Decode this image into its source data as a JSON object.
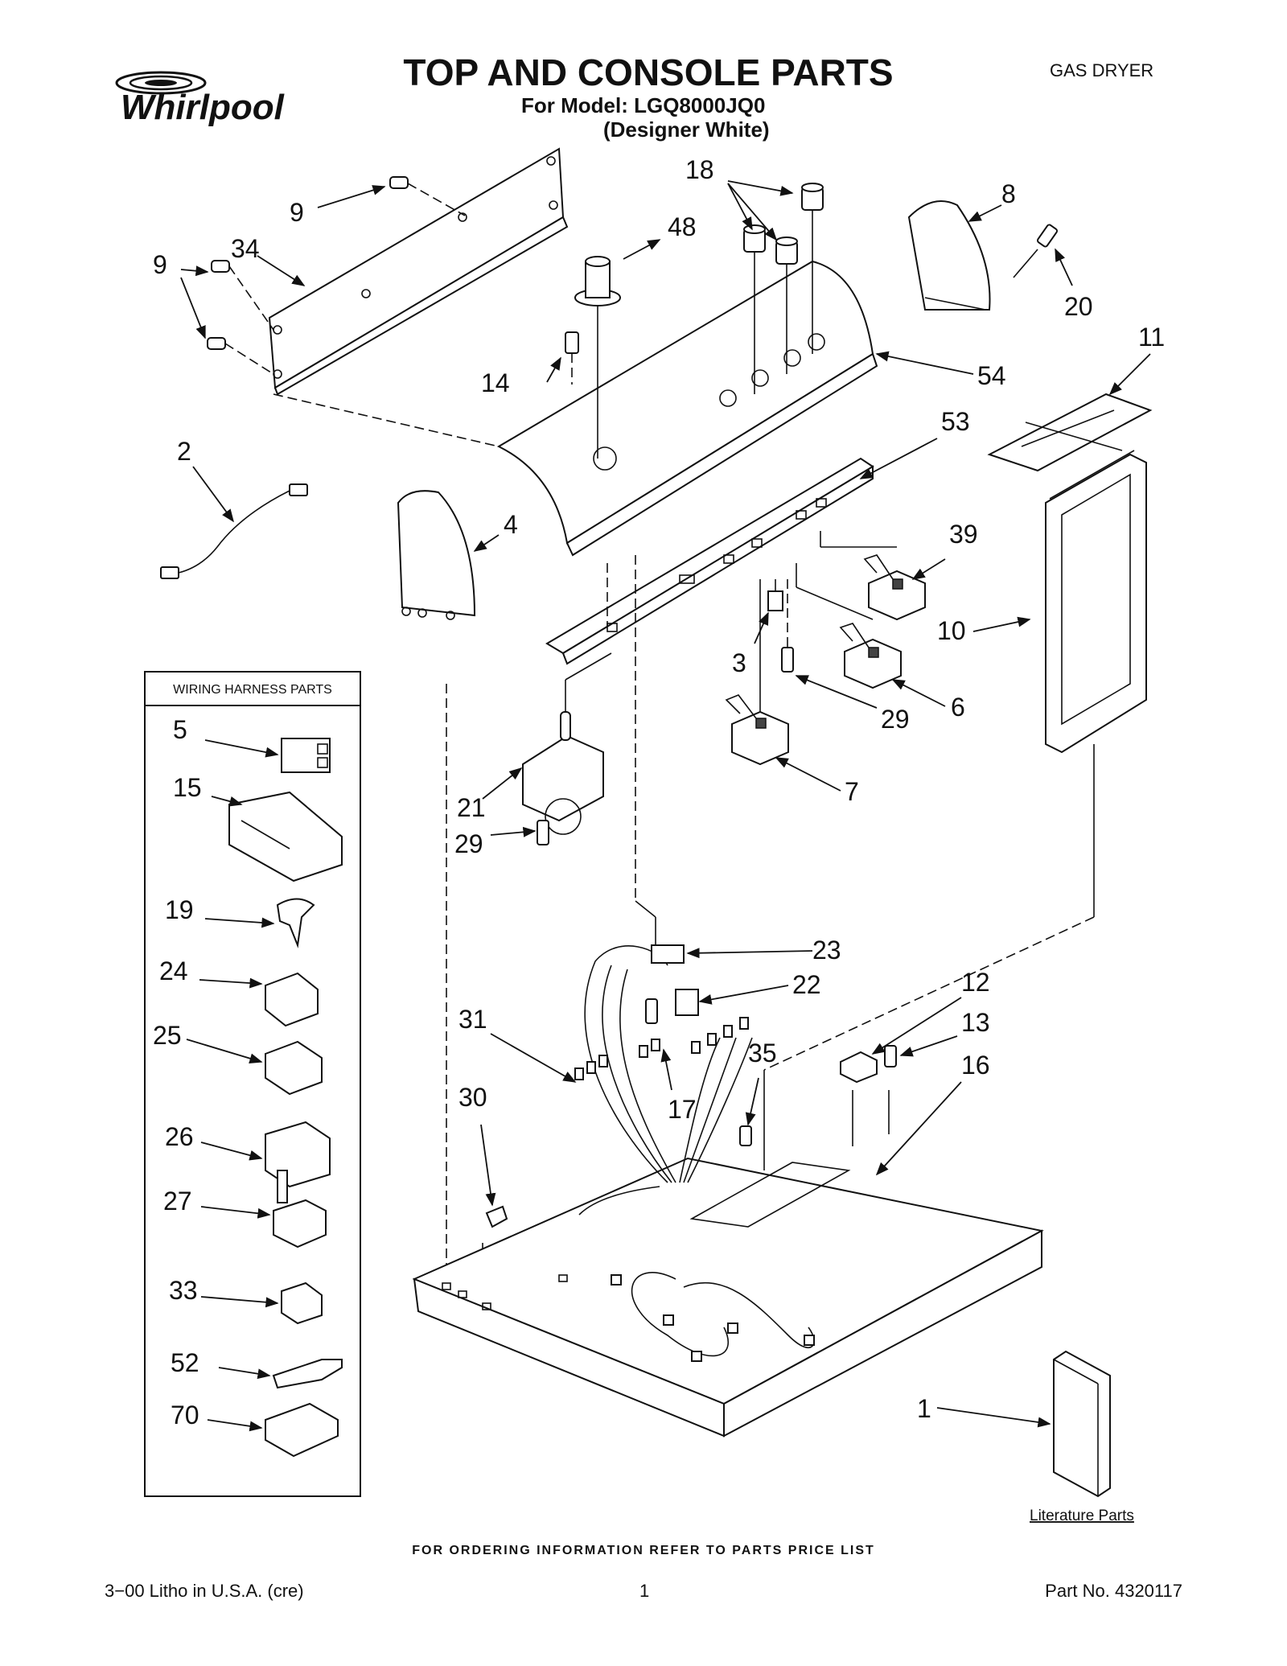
{
  "header": {
    "brand": "Whirlpool",
    "title": "TOP AND CONSOLE PARTS",
    "model_line": "For Model: LGQ8000JQ0",
    "color_line": "(Designer White)",
    "product_type": "GAS DRYER"
  },
  "wiring_box": {
    "title": "WIRING HARNESS PARTS",
    "items": [
      "5",
      "15",
      "19",
      "24",
      "25",
      "26",
      "27",
      "33",
      "52",
      "70"
    ]
  },
  "callouts": {
    "c1": "1",
    "c2": "2",
    "c3": "3",
    "c4": "4",
    "c6": "6",
    "c7": "7",
    "c8": "8",
    "c9a": "9",
    "c9b": "9",
    "c10": "10",
    "c11": "11",
    "c12": "12",
    "c13": "13",
    "c14": "14",
    "c16": "16",
    "c17": "17",
    "c18": "18",
    "c20": "20",
    "c21": "21",
    "c22": "22",
    "c23": "23",
    "c29a": "29",
    "c29b": "29",
    "c30": "30",
    "c31": "31",
    "c34": "34",
    "c35": "35",
    "c39": "39",
    "c48": "48",
    "c53": "53",
    "c54": "54"
  },
  "literature": "Literature Parts",
  "footer": {
    "ordering": "FOR ORDERING INFORMATION REFER TO PARTS PRICE LIST",
    "litho": "3−00 Litho in U.S.A. (cre)",
    "page": "1",
    "part_no": "Part No. 4320117"
  }
}
